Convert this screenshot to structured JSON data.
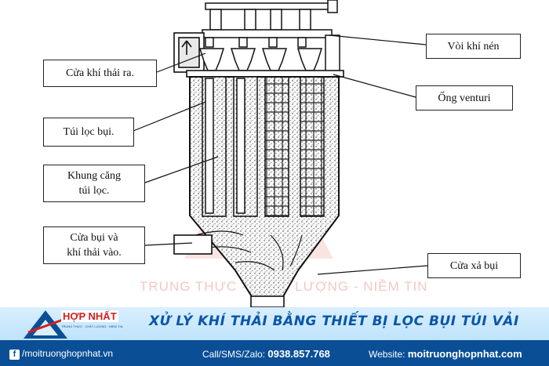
{
  "labels": {
    "exhaust_out": "Cửa khí thải ra.",
    "dust_bag": "Túi lọc bụi.",
    "bag_frame_line1": "Khung căng",
    "bag_frame_line2": "túi lọc.",
    "dust_inlet_line1": "Cửa bụi và",
    "dust_inlet_line2": "khí thải vào.",
    "nozzle": "Vòi khí nén",
    "venturi": "Ống venturi",
    "dust_discharge": "Cửa xả bụi"
  },
  "watermark": {
    "slogan": "TRUNG THỰC - CHẤT LƯỢNG - NIỀM TIN"
  },
  "logo": {
    "brand": "HỢP NHẤT",
    "tagline": "TRUNG THỰC · CHẤT LƯỢNG · NIỀM TIN"
  },
  "footer": {
    "title": "XỬ LÝ KHÍ THẢI BẰNG THIẾT BỊ LỌC BỤI TÚI VẢI",
    "facebook": "/moitruonghopnhat.vn",
    "phone_label": "Call/SMS/Zalo:",
    "phone": "0938.857.768",
    "website_label": "Website:",
    "website": "moitruonghopnhat.com"
  },
  "colors": {
    "footer_blue": "#0a4f96",
    "title_blue": "#0a55a8",
    "logo_red": "#d32020"
  }
}
